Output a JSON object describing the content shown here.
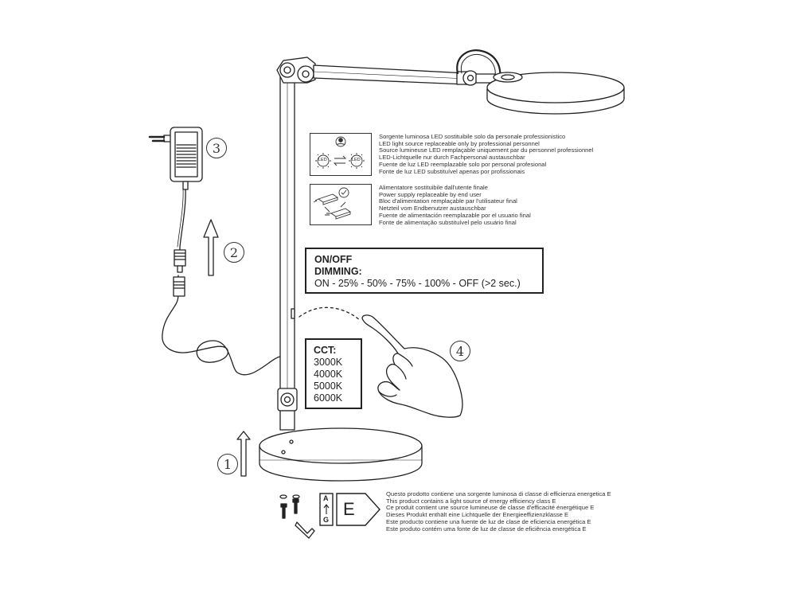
{
  "steps": [
    "1",
    "2",
    "3",
    "4"
  ],
  "light_source_text": [
    "Sorgente luminosa LED sostituibile solo da personale professionistico",
    "LED light source replaceable only by professional personnel",
    "Source lumineuse LED remplaçable uniquement par du personnel professionnel",
    "LED-Lichtquelle nur durch Fachpersonal austauschbar",
    "Fuente de luz LED reemplazable solo por personal profesional",
    "Fonte de luz LED substituível apenas por profissionais"
  ],
  "power_supply_text": [
    "Alimentatore sostituibile dall'utente finale",
    "Power supply replaceable by end user",
    "Bloc d'alimentation remplaçable par l'utilisateur final",
    "Netzteil vom Endbenutzer austauschbar",
    "Fuente de alimentación reemplazable por el usuario final",
    "Fonte de alimentação substituível pelo usuário final"
  ],
  "led_icon_label": "LED",
  "onoff_panel": {
    "title": "ON/OFF",
    "dimming_label": "DIMMING:",
    "sequence": "ON - 25% - 50% - 75% - 100% - OFF (>2 sec.)"
  },
  "cct_panel": {
    "title": "CCT:",
    "values": [
      "3000K",
      "4000K",
      "5000K",
      "6000K"
    ]
  },
  "energy_label": {
    "scale_top": "A",
    "scale_bottom": "G",
    "class": "E"
  },
  "energy_text": [
    "Questo prodotto contiene una sorgente luminosa di classe di efficienza energetica E",
    "This product contains a light source of energy efficiency class E",
    "Ce produit contient une source lumineuse de classe d'efficacité énergétique E",
    "Dieses Produkt enthält eine Lichtquelle der Energieeffizienzklasse E",
    "Este producto contiene una fuente de luz de clase de eficiencia energética E",
    "Este produto contém uma fonte de luz de classe de eficiência energética E"
  ]
}
